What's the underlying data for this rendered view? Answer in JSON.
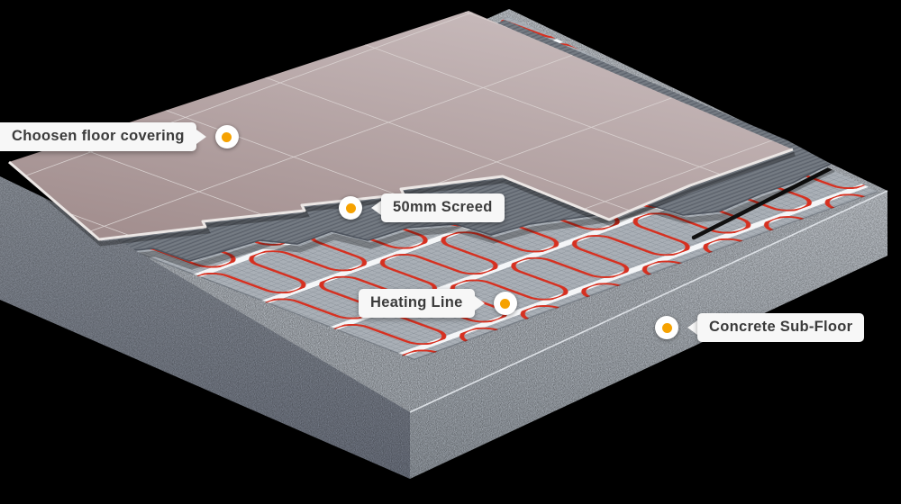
{
  "callouts": {
    "floor_covering": {
      "label": "Choosen floor covering"
    },
    "screed": {
      "label": "50mm Screed"
    },
    "heating_line": {
      "label": "Heating Line"
    },
    "sub_floor": {
      "label": "Concrete Sub-Floor"
    }
  },
  "colors": {
    "marker_dot_orange": "#F6A201",
    "heating_cable_red": "#D63020",
    "power_lead_black": "#111111",
    "fixing_tape_white": "#F4F6F8",
    "screed_gray": "#70767E",
    "mesh_gray": "#A9AFB6",
    "tile_mauve": "#B2A0A1",
    "concrete_gray": "#B6BBC1",
    "callout_background": "#F7F7F7",
    "callout_text": "#3B3B3B",
    "background": "#000000"
  }
}
